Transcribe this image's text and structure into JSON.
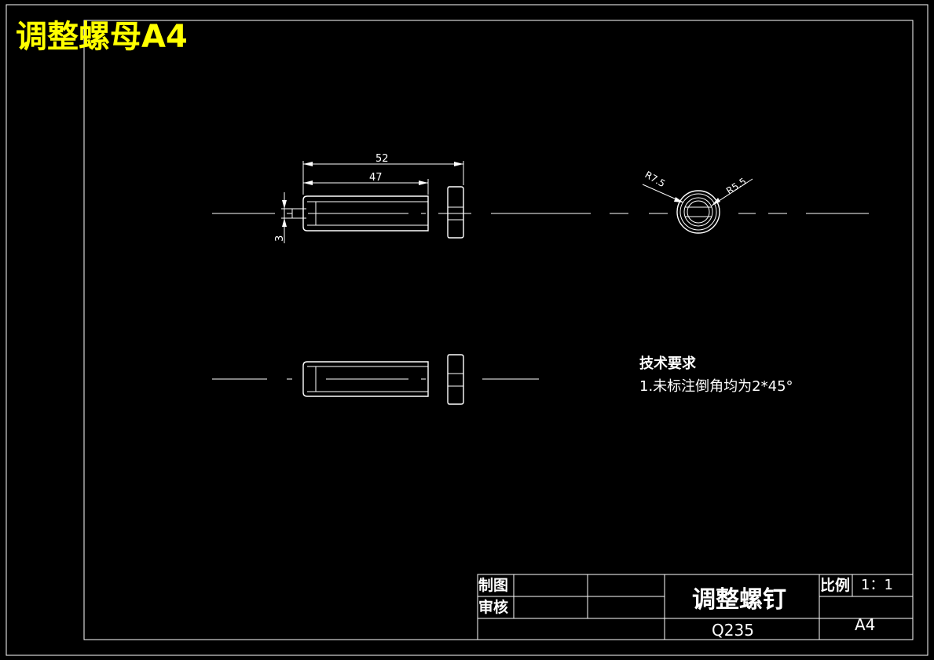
{
  "sheet_label": "调整螺母A4",
  "dimensions": {
    "length_total": "52",
    "length_body": "47",
    "slot_width": "3",
    "radius_outer": "R7.5",
    "radius_inner": "R5.5"
  },
  "tech_requirements": {
    "heading": "技术要求",
    "item_1": "1.未标注倒角均为2*45°"
  },
  "title_block": {
    "drawn_label": "制图",
    "checked_label": "审核",
    "part_name": "调整螺钉",
    "scale_label": "比例",
    "scale_value": "1：1",
    "material": "Q235",
    "sheet_size": "A4"
  },
  "colors": {
    "background": "#000000",
    "lines": "#ffffff",
    "sheet_label": "#ffff00"
  }
}
